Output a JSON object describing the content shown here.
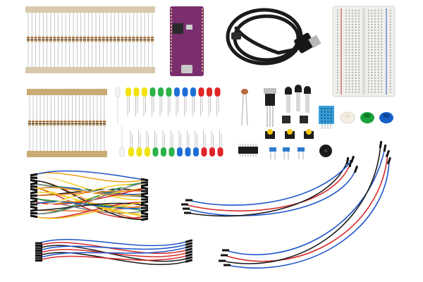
{
  "scene": {
    "items": [
      {
        "name": "resistor-tape-strip-top"
      },
      {
        "name": "resistor-tape-strip-middle"
      },
      {
        "name": "microcontroller-board"
      },
      {
        "name": "usb-c-cable"
      },
      {
        "name": "mini-breadboard"
      },
      {
        "name": "photoresistor"
      },
      {
        "name": "voltage-regulator"
      },
      {
        "name": "transistors"
      },
      {
        "name": "push-buttons"
      },
      {
        "name": "potentiometers"
      },
      {
        "name": "ic-chip"
      },
      {
        "name": "buzzer"
      },
      {
        "name": "temperature-humidity-sensor"
      },
      {
        "name": "button-caps"
      },
      {
        "name": "leds"
      },
      {
        "name": "jumper-wires"
      }
    ],
    "board_label": "",
    "colors": {
      "board": "#7a2e6e",
      "breadboard": "#efefeb",
      "tape": "#d8c9ab",
      "cable": "#1b1b1b",
      "led_yellow": "#f2e30f",
      "led_green": "#2bb24a",
      "led_blue": "#1d6fd6",
      "led_red": "#e02525",
      "sensor_blue": "#3aa0dc",
      "cap_green": "#1aa33a",
      "cap_blue": "#1560c8",
      "cap_white": "#f3efe4"
    }
  }
}
